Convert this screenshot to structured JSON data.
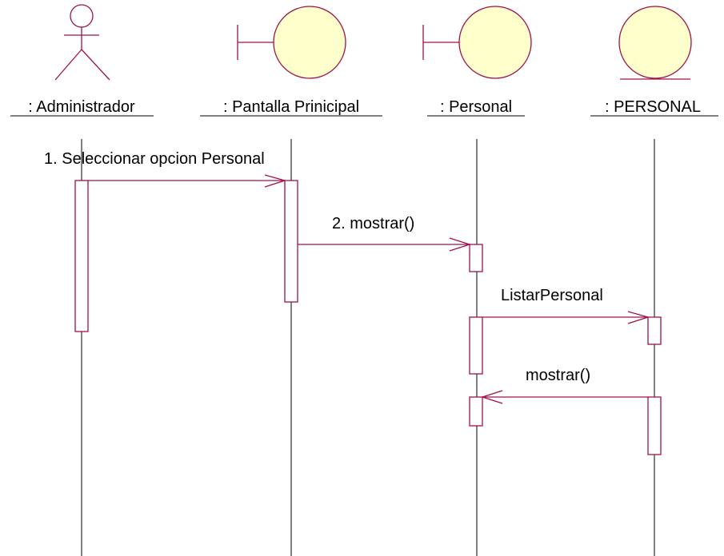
{
  "colors": {
    "line": "#a0104a",
    "lifeline": "#000000",
    "fill": "#ffffcc",
    "activation_fill": "#ffffff",
    "text": "#000000"
  },
  "participants": [
    {
      "id": "administrador",
      "label": ": Administrador",
      "kind": "actor"
    },
    {
      "id": "pantalla-principal",
      "label": ": Pantalla Prinicipal",
      "kind": "boundary"
    },
    {
      "id": "personal",
      "label": ": Personal",
      "kind": "boundary"
    },
    {
      "id": "personal-entity",
      "label": ": PERSONAL",
      "kind": "entity"
    }
  ],
  "messages": [
    {
      "number": "1.",
      "label": "1. Seleccionar opcion Personal",
      "from": "administrador",
      "to": "pantalla-principal"
    },
    {
      "number": "2.",
      "label": "2. mostrar()",
      "from": "pantalla-principal",
      "to": "personal"
    },
    {
      "number": "",
      "label": "ListarPersonal",
      "from": "personal",
      "to": "personal-entity"
    },
    {
      "number": "",
      "label": "mostrar()",
      "from": "personal-entity",
      "to": "personal"
    }
  ]
}
